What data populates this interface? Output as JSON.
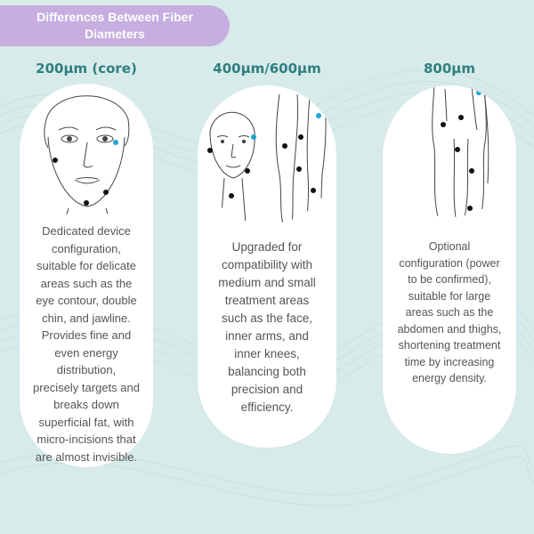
{
  "header": {
    "title": "Differences Between Fiber Diameters"
  },
  "columns": [
    {
      "title": "200μm (core)",
      "paragraphs": [
        "Dedicated device configuration, suitable for delicate areas such as the eye contour, double chin, and jawline.",
        "Provides fine and even energy distribution, precisely targets and breaks down superficial fat, with micro-incisions that are almost invisible."
      ]
    },
    {
      "title": "400μm/600μm",
      "paragraphs": [
        "Upgraded for compatibility with medium and small treatment areas such as the face, inner arms, and inner knees, balancing both precision and efficiency."
      ]
    },
    {
      "title": "800μm",
      "paragraphs": [
        "Optional configuration (power to be confirmed), suitable for large areas such as the abdomen and thighs, shortening treatment time by increasing energy density."
      ]
    }
  ],
  "colors": {
    "background": "#d8ebeb",
    "title_pill": "#c6aee0",
    "column_title": "#2f7f7f",
    "marker_dark": "#111111",
    "marker_accent": "#1fa3d4",
    "body_text": "#555555"
  },
  "icons": [
    "face-illustration-icon",
    "face-and-arm-illustration-icon",
    "body-legs-illustration-icon"
  ]
}
